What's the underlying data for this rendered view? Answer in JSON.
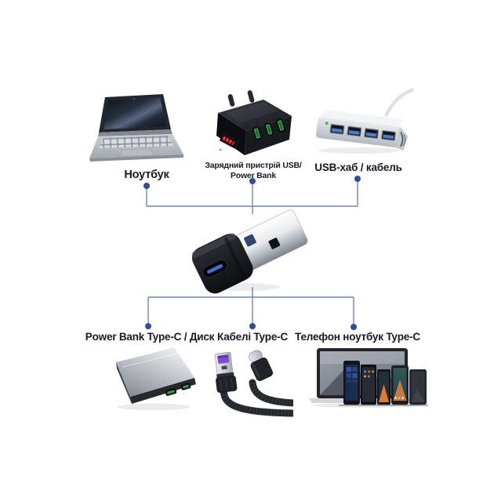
{
  "diagram": {
    "type": "compatibility-tree",
    "center_item": {
      "icon": "usb-a-to-type-c-adapter"
    },
    "top_row": {
      "laptop": {
        "label": "Ноутбук",
        "icon": "laptop"
      },
      "charger": {
        "label_line1": "Зарядний пристрій USB/",
        "label_line2": "Power Bank",
        "icon": "usb-wall-charger"
      },
      "hub": {
        "label": "USB-хаб / кабель",
        "icon": "usb-hub-4-port"
      }
    },
    "bottom_row": {
      "powerbank": {
        "label": "Power Bank Type-C / Диск",
        "icon": "power-bank"
      },
      "cables": {
        "label": "Кабелі Type-C",
        "icon": "type-c-cables"
      },
      "devices": {
        "label": "Телефон ноутбук Type-C",
        "icon": "laptop-and-phones"
      }
    },
    "colors": {
      "connector_line": "#6b87b0",
      "connector_dot": "#2d4f96",
      "label_text": "#191926",
      "background": "#ffffff",
      "port_green": "#33a84e",
      "tongue_blue": "#4a7ed2",
      "cable_purple": "#8247d6"
    }
  }
}
